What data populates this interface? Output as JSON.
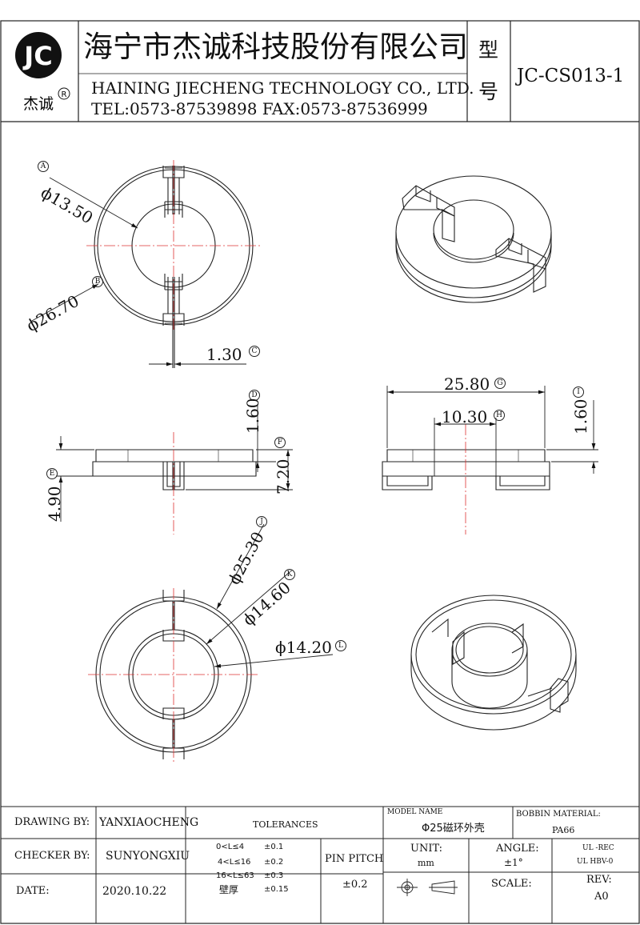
{
  "header": {
    "logo_text": "JC",
    "logo_sub": "杰诚",
    "logo_reg": "R",
    "company_cn": "海宁市杰诚科技股份有限公司",
    "company_en": "HAINING JIECHENG TECHNOLOGY CO., LTD.",
    "contact": "TEL:0573-87539898   FAX:0573-87536999",
    "model_label_1": "型",
    "model_label_2": "号",
    "model_no": "JC-CS013-1"
  },
  "dimensions": {
    "a": {
      "value": "ϕ13.50",
      "tag": "A"
    },
    "b": {
      "value": "ϕ26.70",
      "tag": "B"
    },
    "c": {
      "value": "1.30",
      "tag": "C"
    },
    "d": {
      "value": "1.60",
      "tag": "D"
    },
    "e": {
      "value": "4.90",
      "tag": "E"
    },
    "f": {
      "value": "7.20",
      "tag": "F"
    },
    "g": {
      "value": "25.80",
      "tag": "G"
    },
    "h": {
      "value": "10.30",
      "tag": "H"
    },
    "i": {
      "value": "1.60",
      "tag": "I"
    },
    "j": {
      "value": "ϕ25.30",
      "tag": "J"
    },
    "k": {
      "value": "ϕ14.60",
      "tag": "K"
    },
    "l": {
      "value": "ϕ14.20",
      "tag": "L"
    }
  },
  "title_block": {
    "drawing_by_label": "DRAWING  BY:",
    "drawing_by": "YANXIAOCHENG",
    "checker_by_label": "CHECKER  BY:",
    "checker_by": "SUNYONGXIU",
    "date_label": "DATE:",
    "date": "2020.10.22",
    "tolerances_label": "TOLERANCES",
    "tol_rows": [
      {
        "range": "0<L≤4",
        "tol": "±0.1"
      },
      {
        "range": "4<L≤16",
        "tol": "±0.2"
      },
      {
        "range": "16<L≤63",
        "tol": "±0.3"
      },
      {
        "range": "壁厚",
        "tol": "±0.15"
      }
    ],
    "pin_pitch_label": "PIN PITCH",
    "pin_pitch": "±0.2",
    "model_name_label": "MODEL NAME",
    "model_name": "Φ25磁环外壳",
    "bobbin_material_label": "BOBBIN MATERIAL:",
    "bobbin_material": "PA66",
    "unit_label": "UNIT:",
    "unit": "mm",
    "angle_label": "ANGLE:",
    "angle": "±1°",
    "ul_1": "UL -REC",
    "ul_2": "UL  HBV-0",
    "scale_label": "SCALE:",
    "rev_label": "REV:",
    "rev": "A0"
  }
}
